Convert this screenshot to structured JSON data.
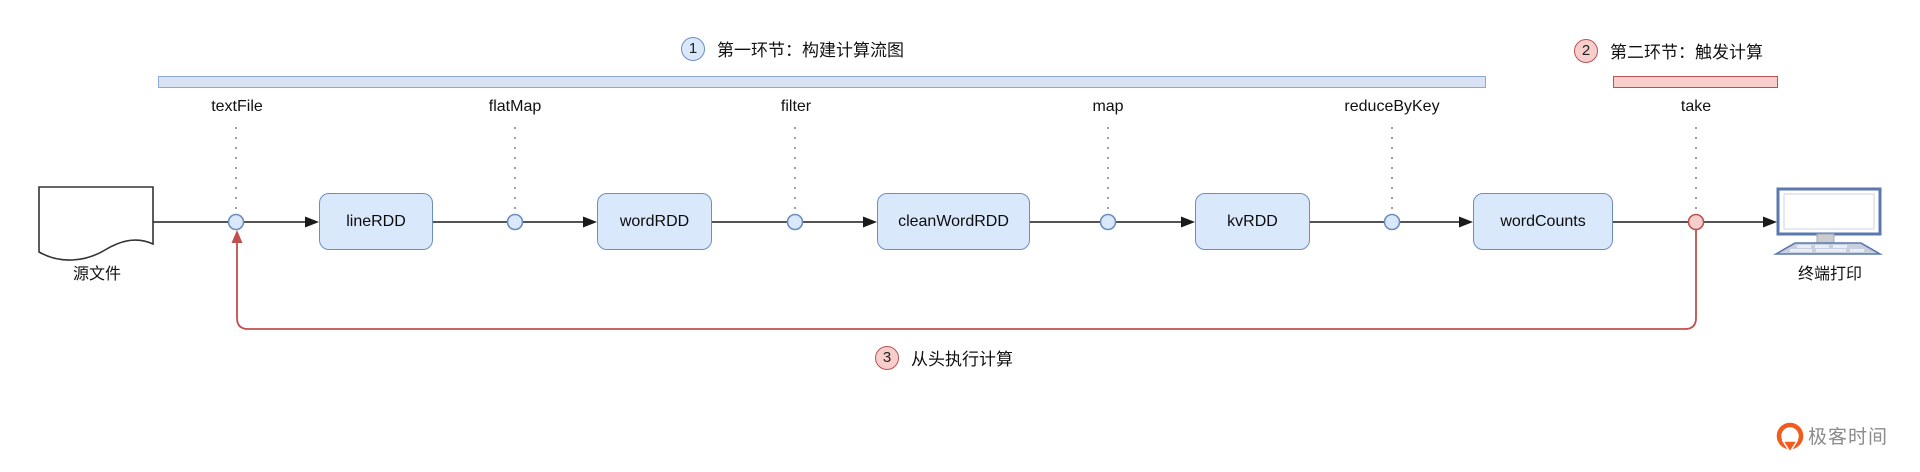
{
  "annotations": {
    "step1": {
      "number": "1",
      "label": "第一环节：构建计算流图"
    },
    "step2": {
      "number": "2",
      "label": "第二环节：触发计算"
    },
    "step3": {
      "number": "3",
      "label": "从头执行计算"
    }
  },
  "operators": [
    {
      "label": "textFile"
    },
    {
      "label": "flatMap"
    },
    {
      "label": "filter"
    },
    {
      "label": "map"
    },
    {
      "label": "reduceByKey"
    },
    {
      "label": "take"
    }
  ],
  "rdds": [
    {
      "label": "lineRDD"
    },
    {
      "label": "wordRDD"
    },
    {
      "label": "cleanWordRDD"
    },
    {
      "label": "kvRDD"
    },
    {
      "label": "wordCounts"
    }
  ],
  "endpoints": {
    "source_label": "源文件",
    "sink_label": "终端打印"
  },
  "logo": {
    "text": "极客时间"
  },
  "colors": {
    "node_fill": "#dae8fc",
    "node_border": "#6c8ebf",
    "phase1_bar_fill": "#dae3f3",
    "phase2_bar_fill": "#f8cecc",
    "phase2_border": "#b85450",
    "feedback_red": "#c0504d",
    "flow_line": "#1a1a1a",
    "dotted_line": "#9e9e9e",
    "logo_orange": "#f25b1e",
    "logo_gray": "#8b8b8b"
  }
}
